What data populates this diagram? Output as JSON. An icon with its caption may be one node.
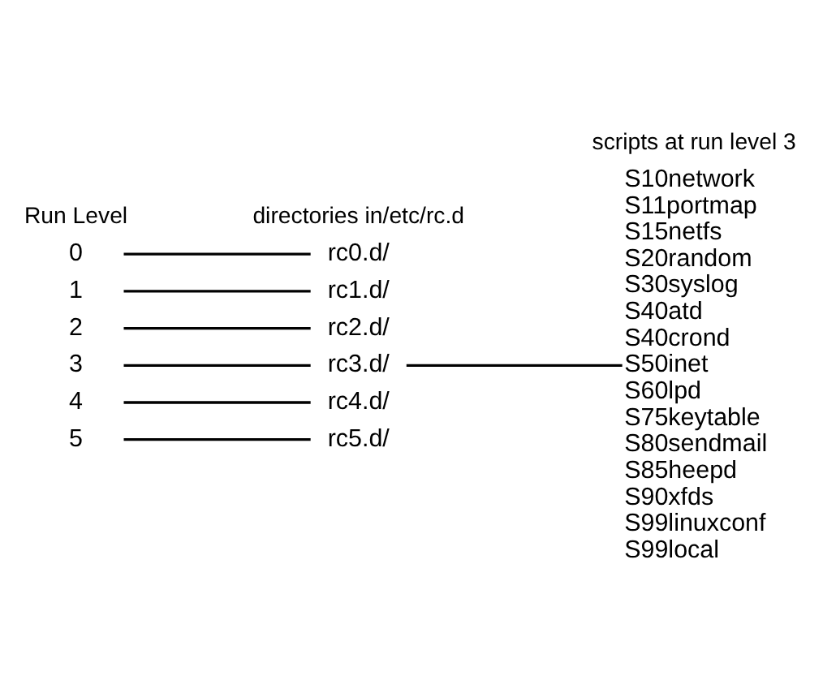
{
  "diagram": {
    "nodes": [
      {
        "text": [
          "5"
        ]
      },
      {
        "text": [
          "4"
        ]
      },
      {
        "text": [
          "3"
        ]
      },
      {
        "text": [
          "2"
        ]
      },
      {
        "text": [
          "1"
        ]
      },
      {
        "text": [
          "0"
        ]
      },
      {
        "text": [
          "rc5.d/"
        ]
      },
      {
        "text": [
          "rc4.d/"
        ]
      },
      {
        "text": [
          "rc3.d/"
        ]
      },
      {
        "text": [
          "rc2.d/"
        ]
      },
      {
        "text": [
          "rc1.d/"
        ]
      },
      {
        "text": [
          "rc0.d/"
        ]
      },
      {
        "text": [
          "S10network",
          "S11portmap",
          "S15netfs",
          "S20random",
          "S30syslog",
          "S40atd",
          "S40crond",
          "S50inet",
          "S60lpd",
          "S75keytable",
          "S80sendmail",
          "S85heepd",
          "S90xfds",
          "S99linuxconf",
          "S99local"
        ]
      }
    ],
    "edges": [
      {
        "from": 0,
        "to": 6,
        "arrow": "none"
      },
      {
        "from": 1,
        "to": 7,
        "arrow": "none"
      },
      {
        "from": 2,
        "to": 8,
        "arrow": "none"
      },
      {
        "from": 3,
        "to": 9,
        "arrow": "none"
      },
      {
        "from": 4,
        "to": 10,
        "arrow": "none"
      },
      {
        "from": 5,
        "to": 11,
        "arrow": "none"
      },
      {
        "from": 8,
        "to": 12,
        "arrow": "none"
      }
    ],
    "labels": [
      "Run Level",
      "directories in/etc/rc.d",
      "scripts at run level 3"
    ]
  }
}
